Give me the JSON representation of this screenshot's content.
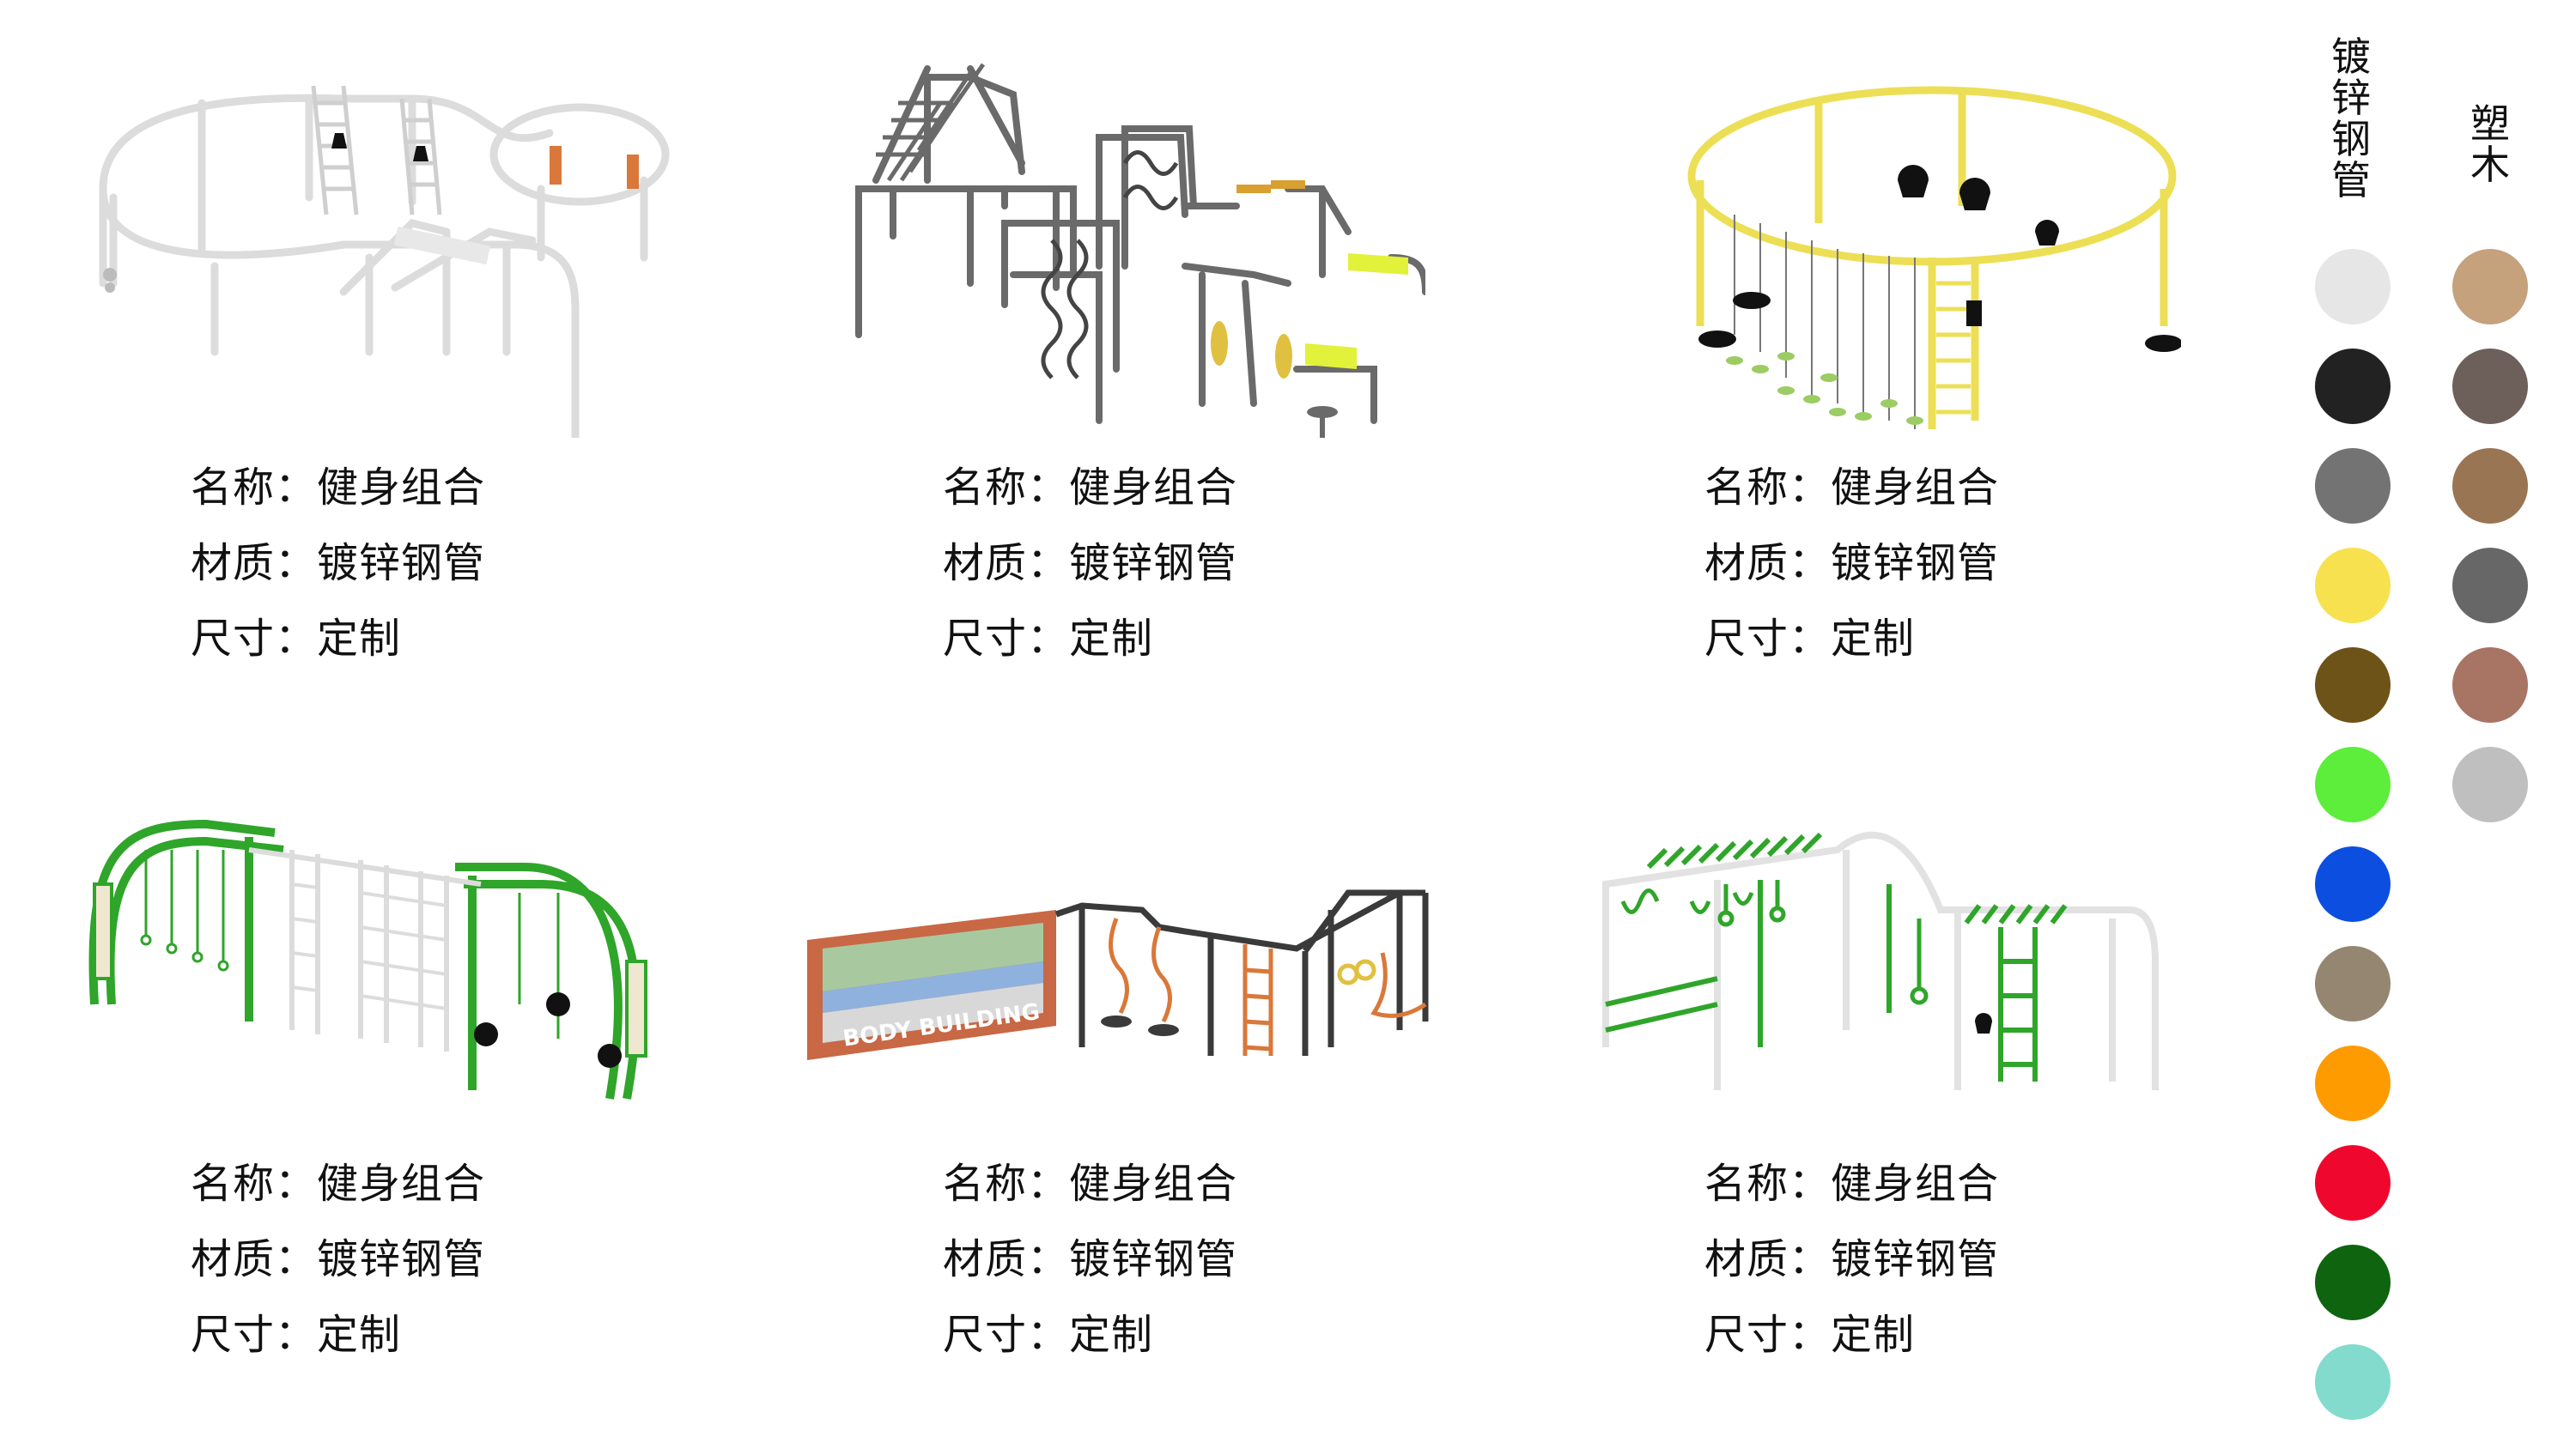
{
  "products": [
    {
      "name_label": "名称：",
      "name_value": "健身组合",
      "material_label": "材质：",
      "material_value": "镀锌钢管",
      "size_label": "尺寸：",
      "size_value": "定制"
    },
    {
      "name_label": "名称：",
      "name_value": "健身组合",
      "material_label": "材质：",
      "material_value": "镀锌钢管",
      "size_label": "尺寸：",
      "size_value": "定制"
    },
    {
      "name_label": "名称：",
      "name_value": "健身组合",
      "material_label": "材质：",
      "material_value": "镀锌钢管",
      "size_label": "尺寸：",
      "size_value": "定制"
    },
    {
      "name_label": "名称：",
      "name_value": "健身组合",
      "material_label": "材质：",
      "material_value": "镀锌钢管",
      "size_label": "尺寸：",
      "size_value": "定制"
    },
    {
      "name_label": "名称：",
      "name_value": "健身组合",
      "material_label": "材质：",
      "material_value": "镀锌钢管",
      "size_label": "尺寸：",
      "size_value": "定制",
      "sign_text": "BODY BUILDING"
    },
    {
      "name_label": "名称：",
      "name_value": "健身组合",
      "material_label": "材质：",
      "material_value": "镀锌钢管",
      "size_label": "尺寸：",
      "size_value": "定制"
    }
  ],
  "palette": {
    "steel_title_chars": [
      "镀",
      "锌",
      "钢",
      "管"
    ],
    "wood_title_chars": [
      "塑",
      "木"
    ],
    "steel_colors": [
      "#e6e6e6",
      "#222222",
      "#737373",
      "#f7e14f",
      "#6e5318",
      "#5ded3b",
      "#0c4fe0",
      "#948670",
      "#fe9b00",
      "#f0072e",
      "#0f640f",
      "#82dbcd"
    ],
    "wood_colors": [
      "#c5a17c",
      "#6d5f59",
      "#9a7554",
      "#676767",
      "#a87464",
      "#bfbfbf"
    ]
  },
  "equipment_colors": {
    "white_frame": "#dcdcdc",
    "gray_frame": "#6a6a6a",
    "yellow_frame": "#ecdf55",
    "green_frame": "#2fa52a",
    "dark_frame": "#3a3a3a",
    "orange_accent": "#d9783a",
    "lime_accent": "#e2f13a",
    "leaf_green": "#9ccc64",
    "brick": "#c86844",
    "sky_band": "#8fb1de"
  }
}
